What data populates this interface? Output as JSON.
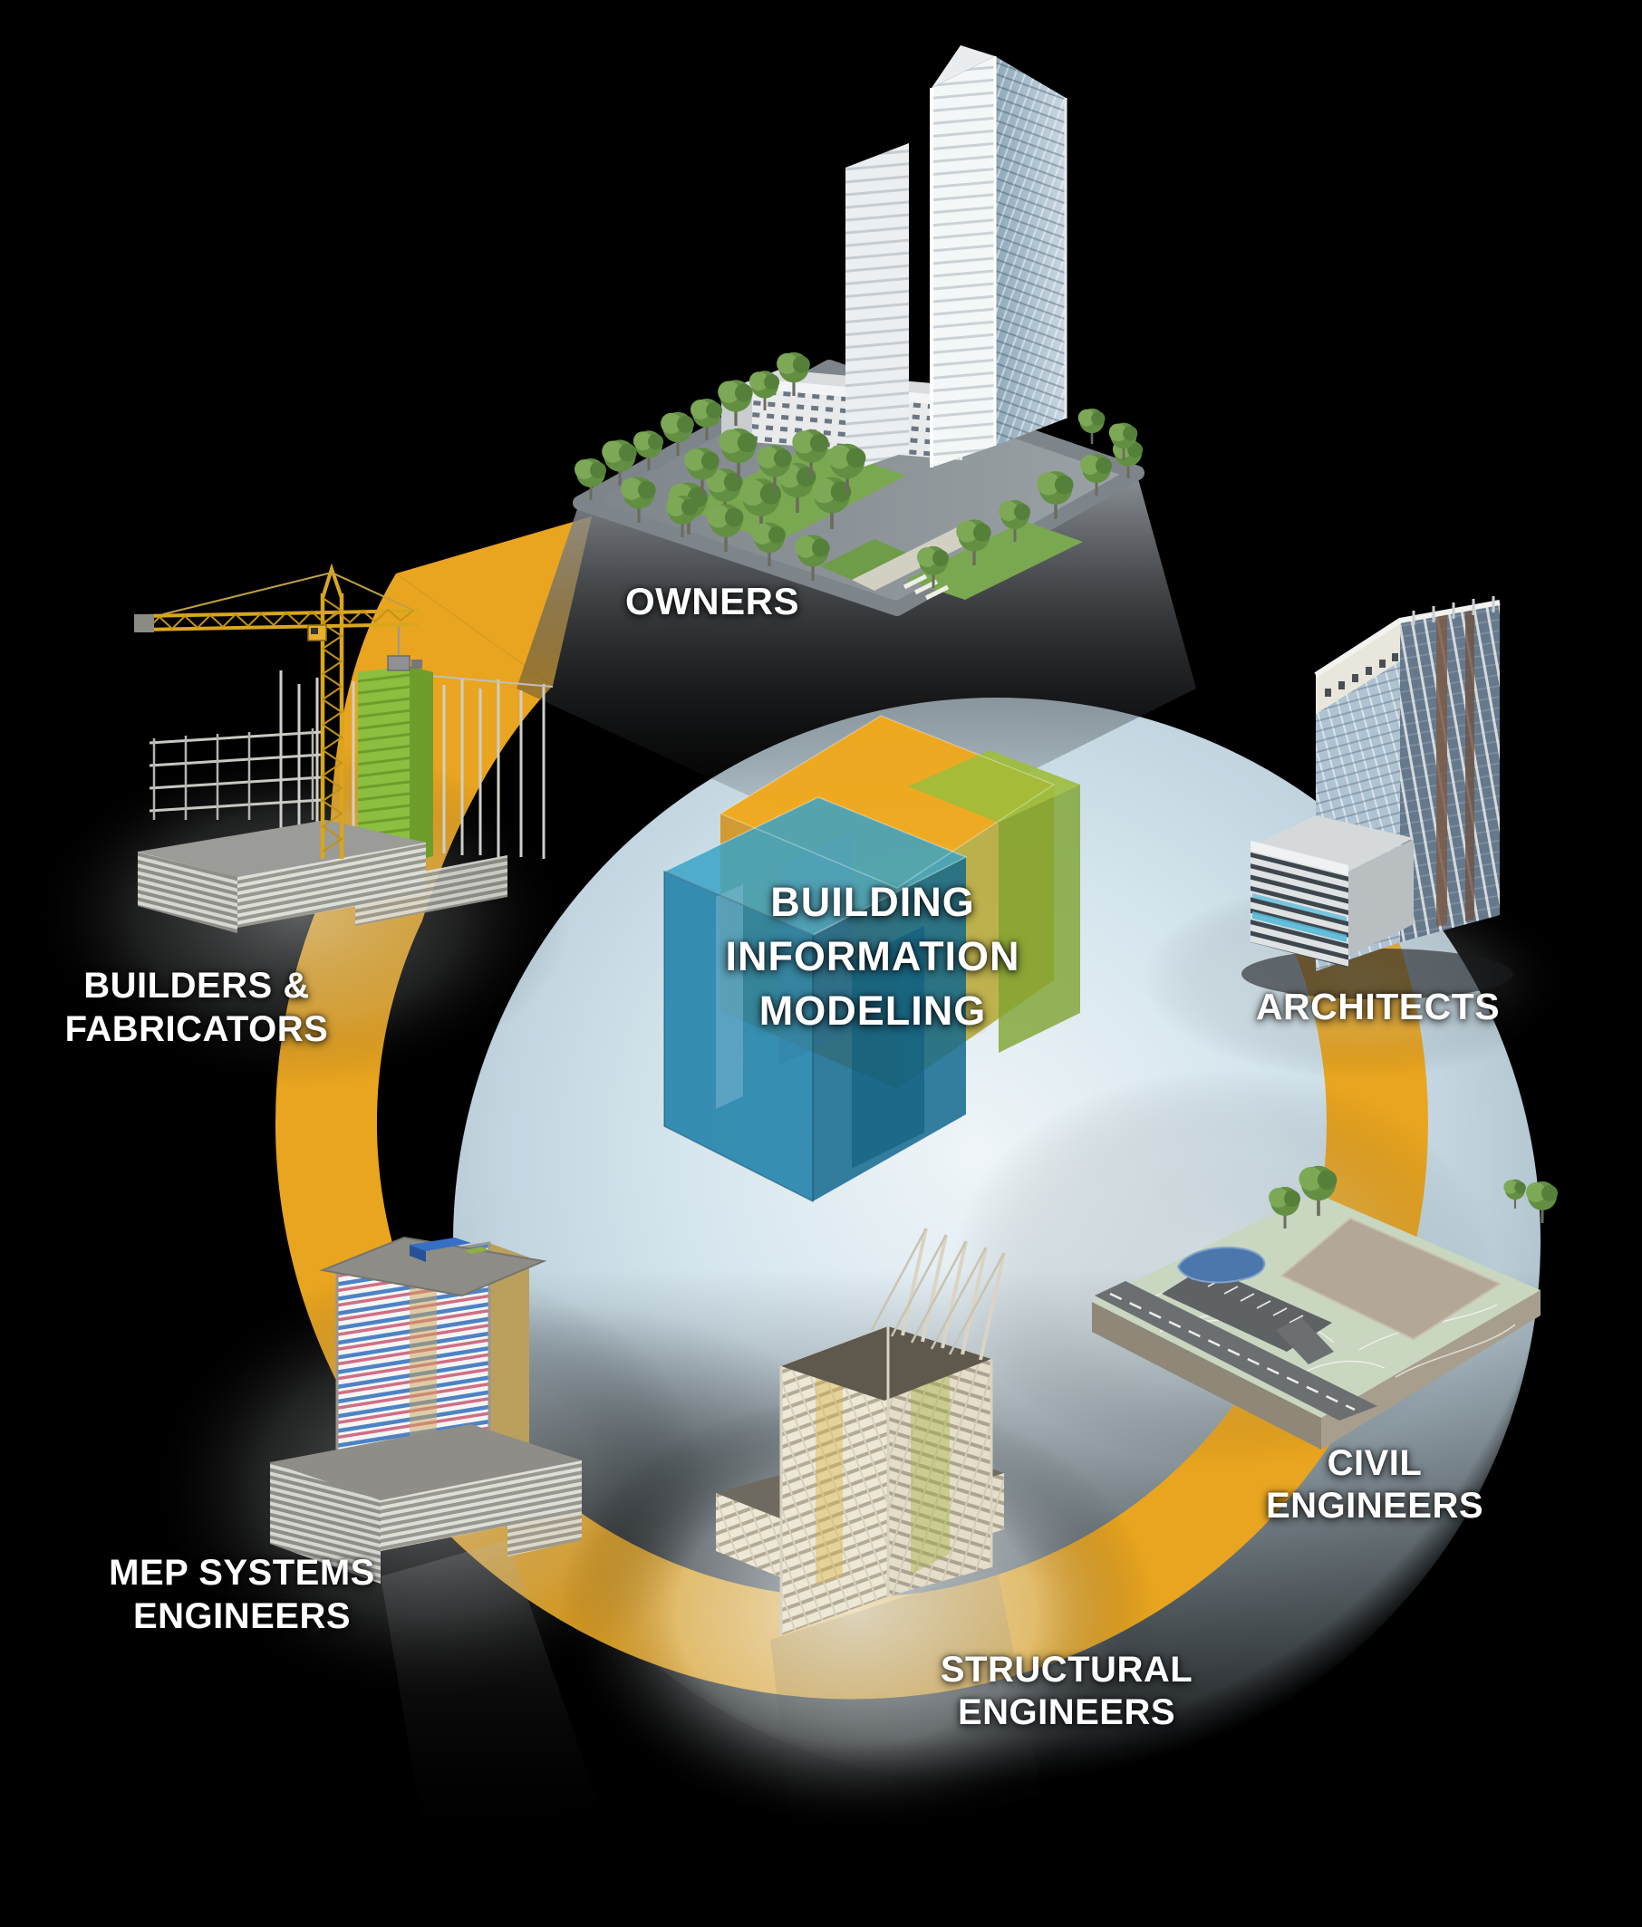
{
  "diagram": {
    "center_label": {
      "lines": [
        "BUILDING",
        "INFORMATION",
        "MODELING"
      ]
    },
    "nodes": {
      "owners": {
        "label": "OWNERS"
      },
      "architects": {
        "label": "ARCHITECTS"
      },
      "civil_engineers": {
        "lines": [
          "CIVIL",
          "ENGINEERS"
        ]
      },
      "structural_engineers": {
        "lines": [
          "STRUCTURAL",
          "ENGINEERS"
        ]
      },
      "mep_systems_engineers": {
        "lines": [
          "MEP SYSTEMS",
          "ENGINEERS"
        ]
      },
      "builders_fabricators": {
        "lines": [
          "BUILDERS &",
          "FABRICATORS"
        ]
      }
    },
    "colors": {
      "background": "#000000",
      "cycle_arrow": "#E9A51F",
      "disk_center": "#EFF5F8",
      "disk_edge": "#B2C4CE",
      "label_text": "#FFFFFF",
      "cube_teal": "#1F81A8",
      "cube_yellow": "#EFA81C",
      "cube_green": "#8FB23C"
    }
  }
}
